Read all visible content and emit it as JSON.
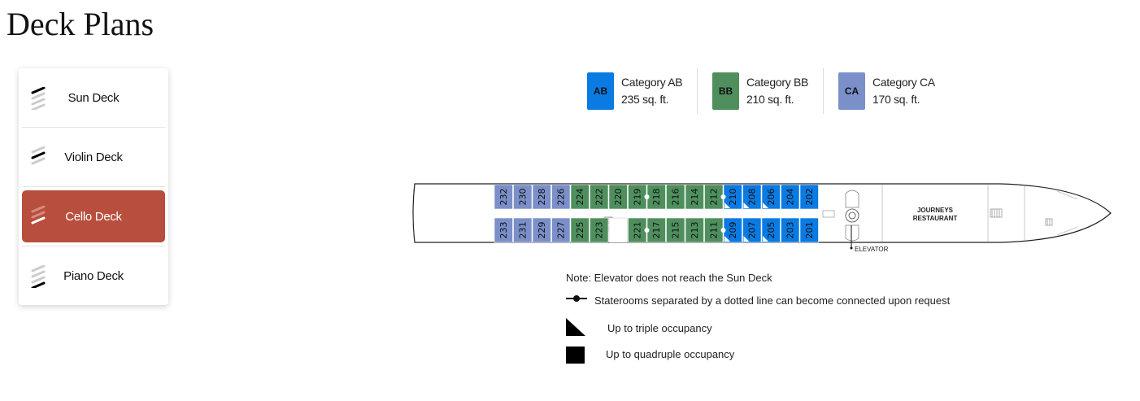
{
  "page": {
    "title": "Deck Plans"
  },
  "decks": [
    {
      "label": "Sun Deck",
      "active": false,
      "level": 1
    },
    {
      "label": "Violin Deck",
      "active": false,
      "level": 2
    },
    {
      "label": "Cello Deck",
      "active": true,
      "level": 3
    },
    {
      "label": "Piano Deck",
      "active": false,
      "level": 4
    }
  ],
  "legend": [
    {
      "code": "AB",
      "name": "Category AB",
      "size": "235 sq. ft.",
      "color": "#0a7be3"
    },
    {
      "code": "BB",
      "name": "Category BB",
      "size": "210 sq. ft.",
      "color": "#4f8f5e"
    },
    {
      "code": "CA",
      "name": "Category CA",
      "size": "170 sq. ft.",
      "color": "#7b8fc9"
    }
  ],
  "plan": {
    "restaurant_line1": "JOURNEYS",
    "restaurant_line2": "RESTAURANT",
    "elevator_label": "ELEVATOR",
    "top_row": [
      {
        "num": "232",
        "cat": "CA"
      },
      {
        "num": "230",
        "cat": "CA"
      },
      {
        "num": "228",
        "cat": "CA"
      },
      {
        "num": "226",
        "cat": "CA"
      },
      {
        "num": "224",
        "cat": "BB"
      },
      {
        "num": "222",
        "cat": "BB"
      },
      {
        "num": "220",
        "cat": "BB"
      },
      {
        "num": "219",
        "cat": "BB"
      },
      {
        "num": "218",
        "cat": "BB"
      },
      {
        "num": "216",
        "cat": "BB"
      },
      {
        "num": "214",
        "cat": "BB"
      },
      {
        "num": "212",
        "cat": "BB"
      },
      {
        "num": "210",
        "cat": "AB"
      },
      {
        "num": "208",
        "cat": "AB"
      },
      {
        "num": "206",
        "cat": "AB"
      },
      {
        "num": "204",
        "cat": "AB"
      },
      {
        "num": "202",
        "cat": "AB"
      }
    ],
    "bottom_row": [
      {
        "num": "233",
        "cat": "CA"
      },
      {
        "num": "231",
        "cat": "CA"
      },
      {
        "num": "229",
        "cat": "CA"
      },
      {
        "num": "227",
        "cat": "CA"
      },
      {
        "num": "225",
        "cat": "BB"
      },
      {
        "num": "223",
        "cat": "BB"
      },
      {
        "num": "",
        "cat": "none"
      },
      {
        "num": "221",
        "cat": "BB"
      },
      {
        "num": "217",
        "cat": "BB"
      },
      {
        "num": "215",
        "cat": "BB"
      },
      {
        "num": "213",
        "cat": "BB"
      },
      {
        "num": "211",
        "cat": "BB"
      },
      {
        "num": "209",
        "cat": "AB"
      },
      {
        "num": "207",
        "cat": "AB"
      },
      {
        "num": "205",
        "cat": "AB"
      },
      {
        "num": "203",
        "cat": "AB"
      },
      {
        "num": "201",
        "cat": "AB"
      }
    ]
  },
  "notes": {
    "elevator": "Note: Elevator does not reach the Sun Deck",
    "connected": "Staterooms separated by a dotted line can become connected upon request",
    "triple": "Up to triple occupancy",
    "quadruple": "Up to quadruple occupancy"
  }
}
